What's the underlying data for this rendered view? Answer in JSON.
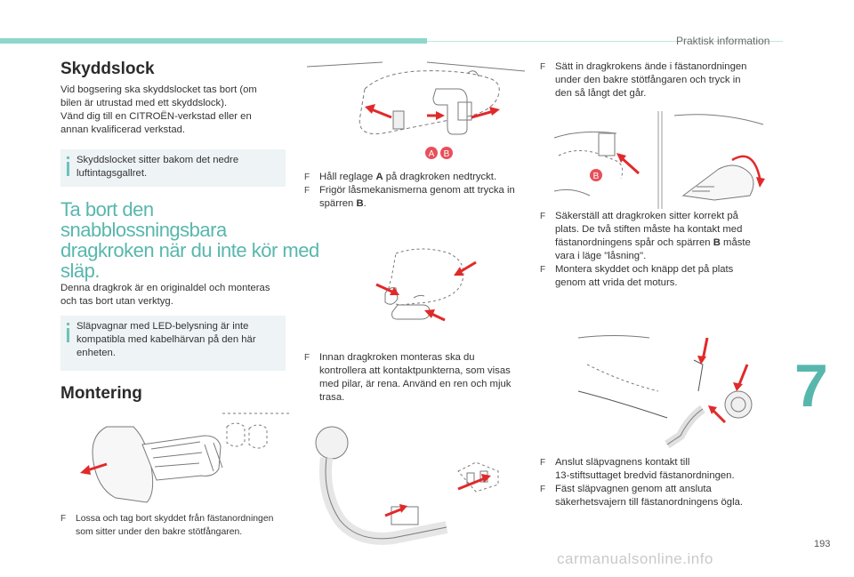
{
  "header": {
    "section": "Praktisk information"
  },
  "left": {
    "title1": "Skyddslock",
    "p1": [
      "Vid bogsering ska skyddslocket tas bort (om",
      "bilen är utrustad med ett skyddslock).",
      "Vänd dig till en CITROËN-verkstad eller en",
      "annan kvalificerad verkstad."
    ],
    "note1": [
      "Skyddslocket sitter bakom det nedre",
      "luftintagsgallret."
    ],
    "title2": [
      "Ta bort den",
      "snabblossningsbara",
      "dragkroken när du inte kör med",
      "släp."
    ],
    "p2": [
      "Denna dragkrok är en originaldel och monteras",
      "och tas bort utan verktyg."
    ],
    "note2": [
      "Släpvagnar med LED-belysning är inte",
      "kompatibla med kabelhärvan på den här",
      "enheten."
    ],
    "title3": "Montering",
    "step1": [
      "Lossa och tag bort skyddet från fästanordningen",
      "som sitter under den bakre stötfångaren."
    ]
  },
  "middle": {
    "step2_pre": "Håll reglage ",
    "step2_bold": "A",
    "step2_post": " på dragkroken nedtryckt.",
    "step3": [
      "Frigör låsmekanismerna genom att trycka in"
    ],
    "step3_end_pre": "spärren ",
    "step3_end_bold": "B",
    "step3_end_post": ".",
    "step4": [
      "Innan dragkroken monteras ska du",
      "kontrollera att kontaktpunkterna, som visas",
      "med pilar, är rena. Använd en ren och mjuk",
      "trasa."
    ],
    "label_a": "A",
    "label_b": "B"
  },
  "right": {
    "step5": [
      "Sätt in dragkrokens ände i fästanordningen",
      "under den bakre stötfångaren och tryck in",
      "den så långt det går."
    ],
    "label_b": "B",
    "step6": [
      "Säkerställ att dragkroken sitter korrekt på",
      "plats. De två stiften måste ha kontakt med"
    ],
    "step6_l3_pre": "fästanordningens spår och spärren ",
    "step6_l3_bold": "B",
    "step6_l3_post": " måste",
    "step6_l4": "vara i läge \"låsning\".",
    "step7": [
      "Montera skyddet och knäpp det på plats",
      "genom att vrida det moturs."
    ],
    "step8": [
      "Anslut släpvagnens kontakt till",
      "13-stiftsuttaget bredvid fästanordningen."
    ],
    "step9": [
      "Fäst släpvagnen genom att ansluta",
      "säkerhetsvajern till fästanordningens ögla."
    ]
  },
  "chapter": "7",
  "page_number": "193",
  "watermark": "carmanualsonline.info",
  "colors": {
    "accent": "#58b7ad",
    "arrow": "#e02a2a",
    "badge": "#e8505b",
    "note_bg": "#eef3f5"
  },
  "icons": {
    "bullet": "check-box-icon",
    "note": "info-bar-icon"
  }
}
